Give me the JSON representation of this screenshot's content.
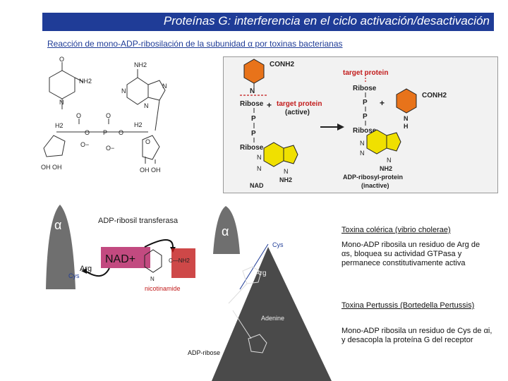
{
  "header": {
    "title": "Proteínas G: interferencia en el ciclo activación/desactivación"
  },
  "subtitle": "Reacción de mono-ADP-ribosilación de la subunidad α por toxinas bacterianas",
  "nad_structure": {
    "labels": [
      "O",
      "NH2",
      "NH2",
      "N",
      "N",
      "N",
      "N",
      "H2",
      "O",
      "O",
      "O",
      "P",
      "O",
      "O",
      "H2",
      "O",
      "O−",
      "O−",
      "O",
      "OH OH",
      "OH OH"
    ]
  },
  "reaction_diagram": {
    "conh2": "CONH2",
    "target_protein": "target protein",
    "target_protein_active": "target protein",
    "active": "(active)",
    "ribose": "Ribose",
    "p": "P",
    "plus": "+",
    "nad": "NAD",
    "nh2": "NH2",
    "adp_ribosyl_protein": "ADP-ribosyl-protein",
    "inactive": "(inactive)",
    "n": "N",
    "h": "H"
  },
  "left_diagram": {
    "alpha": "α",
    "transferase": "ADP-ribosil transferasa",
    "nad_plus": "NAD+",
    "arg": "Arg",
    "cys": "Cys",
    "nicotinamide": "nicotinamide",
    "conh2": "C—NH2",
    "n": "N"
  },
  "right_diagram": {
    "alpha": "α",
    "cys": "Cys",
    "arg": "Arg",
    "adenine": "Adenine",
    "adp_ribose": "ADP-ribose"
  },
  "info": {
    "cholera_title": "Toxina colérica  (vibrio cholerae)",
    "cholera_body": "Mono-ADP ribosila un residuo de Arg de αs, bloquea su actividad GTPasa y permanece constitutivamente activa",
    "pertussis_title": "Toxina Pertussis (Bortedella Pertussis)",
    "pertussis_body": "Mono-ADP ribosila un residuo de Cys de αi, y desacopla la proteína G del receptor"
  },
  "colors": {
    "title_bar": "#1f3c97",
    "pyridine_orange": "#e8731a",
    "adenine_yellow": "#f0e000",
    "target_red": "#c21a1a",
    "pink_protein": "#c24a80"
  }
}
